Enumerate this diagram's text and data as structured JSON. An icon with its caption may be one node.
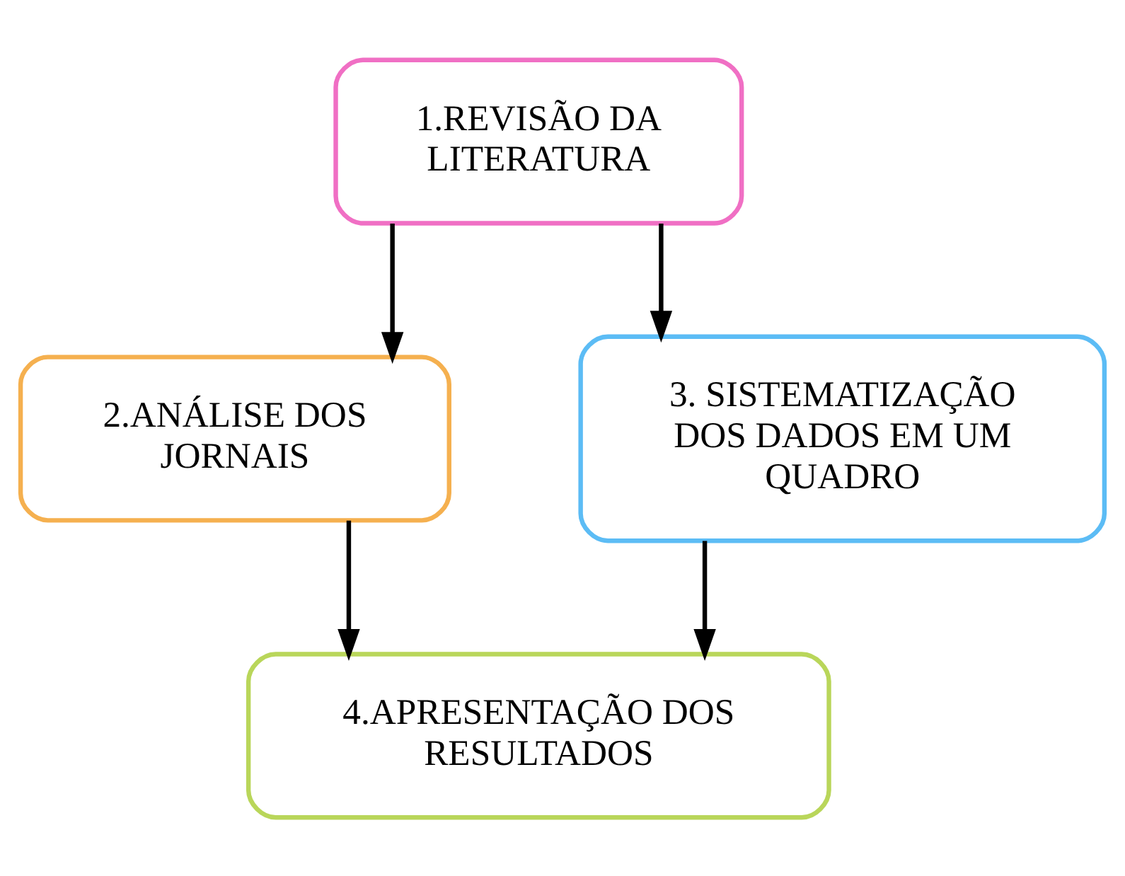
{
  "diagram": {
    "nodes": [
      {
        "text": [
          "1.REVISÃO DA LITERATURA"
        ]
      },
      {
        "text": [
          "2.ANÁLISE DOS JORNAIS"
        ]
      },
      {
        "text": [
          "3. SISTEMATIZAÇÃO DOS DADOS EM UM QUADRO"
        ]
      },
      {
        "text": [
          "4.APRESENTAÇÃO DOS RESULTADOS"
        ]
      }
    ],
    "edges": [
      {
        "from": 0,
        "to": 1,
        "arrow": "to"
      },
      {
        "from": 0,
        "to": 2,
        "arrow": "to"
      },
      {
        "from": 1,
        "to": 3,
        "arrow": "to"
      },
      {
        "from": 2,
        "to": 3,
        "arrow": "to"
      }
    ]
  }
}
